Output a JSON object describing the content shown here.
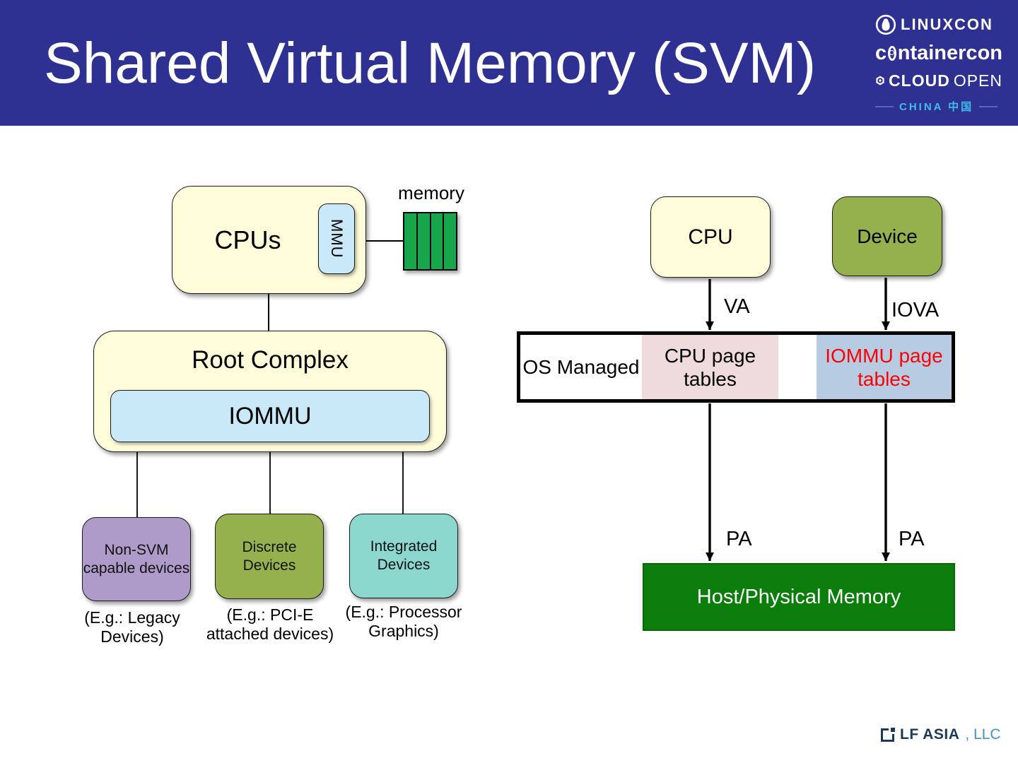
{
  "header": {
    "title": "Shared Virtual Memory (SVM)",
    "logos": {
      "linuxcon": "LINUXCON",
      "containercon_pre": "c",
      "containercon_post": "ntainercon",
      "cloudopen_bold": "CLOUD",
      "cloudopen_light": "OPEN",
      "china": "CHINA 中国"
    }
  },
  "left_diagram": {
    "cpus": "CPUs",
    "mmu": "MMU",
    "memory_label": "memory",
    "root_complex": "Root Complex",
    "iommu": "IOMMU",
    "devices": [
      {
        "label": "Non-SVM capable devices",
        "caption": "(E.g.: Legacy Devices)"
      },
      {
        "label": "Discrete Devices",
        "caption": "(E.g.: PCI-E attached devices)"
      },
      {
        "label": "Integrated Devices",
        "caption": "(E.g.: Processor Graphics)"
      }
    ]
  },
  "right_diagram": {
    "cpu": "CPU",
    "device": "Device",
    "va": "VA",
    "iova": "IOVA",
    "pa": "PA",
    "table": {
      "os_managed": "OS Managed",
      "cpu_page_tables": "CPU page tables",
      "iommu_page_tables": "IOMMU page tables"
    },
    "host_memory": "Host/Physical Memory"
  },
  "footer": {
    "lf_bold": "LF ASIA",
    "lf_light": ", LLC"
  },
  "icons": {
    "linuxcon": "penguin-icon",
    "containercon": "ring-icon",
    "cloudopen": "gear-icon",
    "footer": "lf-square-icon"
  },
  "colors": {
    "header_bg": "#2E3192",
    "china_blue": "#3FBEE8",
    "box_yellow": "#FEFCD9",
    "box_blue": "#C9E9F8",
    "memory_green": "#17A64B",
    "purple": "#AE9BC9",
    "olive": "#95B14D",
    "teal": "#8CD8CF",
    "pink": "#EFDBDB",
    "table_blue": "#B7CBE2",
    "red_text": "#FF0000",
    "host_green": "#0A7D0B",
    "lf_navy": "#1B3A5C",
    "lf_blue": "#4A90C4"
  }
}
